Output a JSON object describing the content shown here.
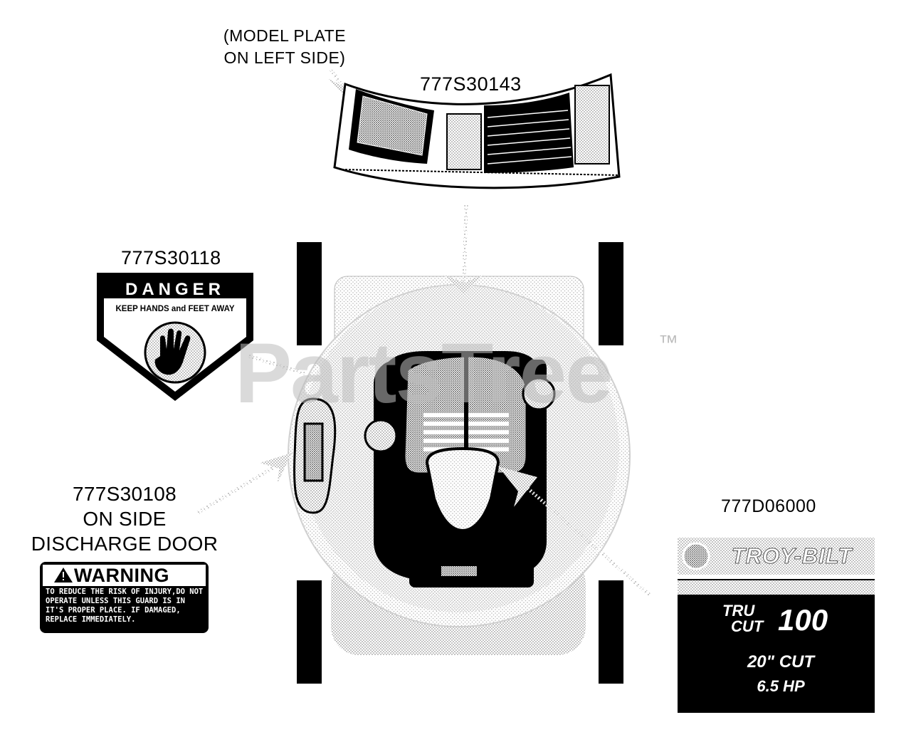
{
  "watermark": {
    "text": "PartsTree",
    "trademark": "™"
  },
  "labels": {
    "model_plate_note": {
      "line1": "(MODEL PLATE",
      "line2": "ON LEFT SIDE)"
    },
    "decal_top": {
      "part_number": "777S30143"
    },
    "decal_danger": {
      "part_number": "777S30118",
      "heading": "DANGER",
      "subheading": "KEEP HANDS and FEET AWAY",
      "icon": "hand-icon"
    },
    "decal_warning": {
      "part_number": "777S30108",
      "location_line1": "ON SIDE",
      "location_line2": "DISCHARGE DOOR",
      "heading": "WARNING",
      "body_lines": [
        "TO REDUCE THE RISK OF INJURY,DO NOT",
        "OPERATE UNLESS THIS GUARD IS IN",
        "IT'S PROPER PLACE.  IF DAMAGED,",
        "REPLACE IMMEDIATELY."
      ]
    },
    "decal_brand": {
      "part_number": "777D06000",
      "brand": "TROY-BILT",
      "model_line1": "TRU",
      "model_line2": "CUT",
      "model_number": "100",
      "cut": "20\" CUT",
      "hp": "6.5 HP"
    }
  }
}
